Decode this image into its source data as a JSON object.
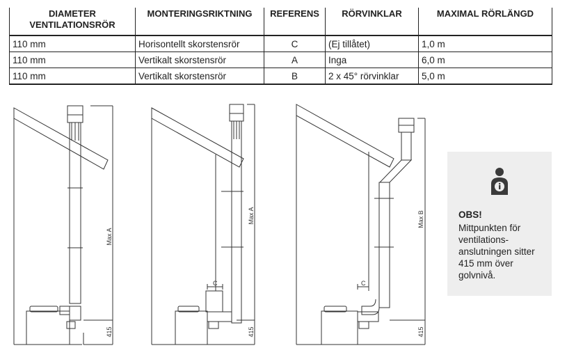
{
  "table": {
    "headers": [
      "DIAMETER VENTILATIONSRÖR",
      "MONTERINGSRIKTNING",
      "REFERENS",
      "RÖRVINKLAR",
      "MAXIMAL RÖRLÄNGD"
    ],
    "rows": [
      [
        "110 mm",
        "Horisontellt skorstensrör",
        "C",
        "(Ej tillåtet)",
        "1,0 m"
      ],
      [
        "110 mm",
        "Vertikalt skorstensrör",
        "A",
        "Inga",
        "6,0 m"
      ],
      [
        "110 mm",
        "Vertikalt skorstensrör",
        "B",
        "2 x 45° rörvinklar",
        "5,0 m"
      ]
    ]
  },
  "figures": {
    "max_a": "Max A",
    "max_b": "Max B",
    "height_415": "415",
    "c_label": "C"
  },
  "note": {
    "icon": "person-info-icon",
    "title": "OBS!",
    "body": "Mittpunkten för ventilations-anslutningen sitter 415 mm över golvnivå."
  },
  "colors": {
    "note_bg": "#eeeeee",
    "line": "#333333",
    "icon": "#3a3a3a"
  }
}
